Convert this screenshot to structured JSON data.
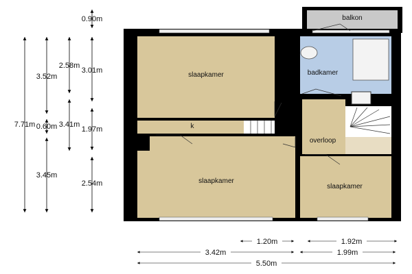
{
  "rooms": {
    "bedroom_top": "slaapkamer",
    "bedroom_bottom": "slaapkamer",
    "bedroom_right": "slaapkamer",
    "bathroom": "badkamer",
    "balcony": "balkon",
    "landing": "overloop",
    "closet": "k"
  },
  "dimensions": {
    "vertical": {
      "total": "7.71m",
      "col2": [
        "3.52m",
        "0.60m",
        "3.45m"
      ],
      "col3": [
        "2.58m",
        "3.41m"
      ],
      "col4": [
        "0.90m",
        "3.01m",
        "1.97m",
        "2.54m"
      ]
    },
    "horizontal": {
      "row1": [
        "1.20m",
        "1.92m"
      ],
      "row2": [
        "3.42m",
        "1.99m"
      ],
      "row3": [
        "5.50m"
      ]
    }
  },
  "colors": {
    "floor": "#d8c79b",
    "bath": "#b8cde6",
    "balcony": "#c9c9c9",
    "wall": "#000000"
  }
}
